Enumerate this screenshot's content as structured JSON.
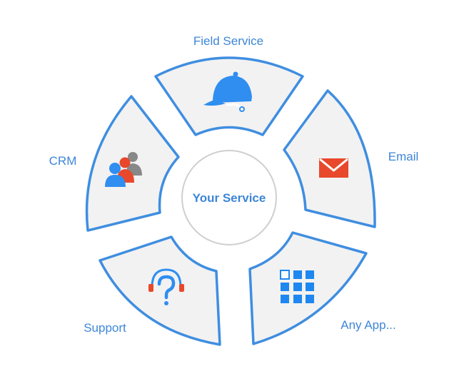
{
  "center": {
    "label": "Your Service"
  },
  "segments": [
    {
      "label": "Field Service",
      "icon": "cap-icon"
    },
    {
      "label": "Email",
      "icon": "envelope-icon"
    },
    {
      "label": "Any App...",
      "icon": "app-grid-icon"
    },
    {
      "label": "Support",
      "icon": "headset-question-icon"
    },
    {
      "label": "CRM",
      "icon": "users-group-icon"
    }
  ],
  "colors": {
    "accent": "#3f8ee0",
    "label": "#3d86d6",
    "segment_fill": "#f2f2f2",
    "mail_red": "#e8482b",
    "crm_orange": "#e8482b",
    "crm_gray": "#888888"
  }
}
